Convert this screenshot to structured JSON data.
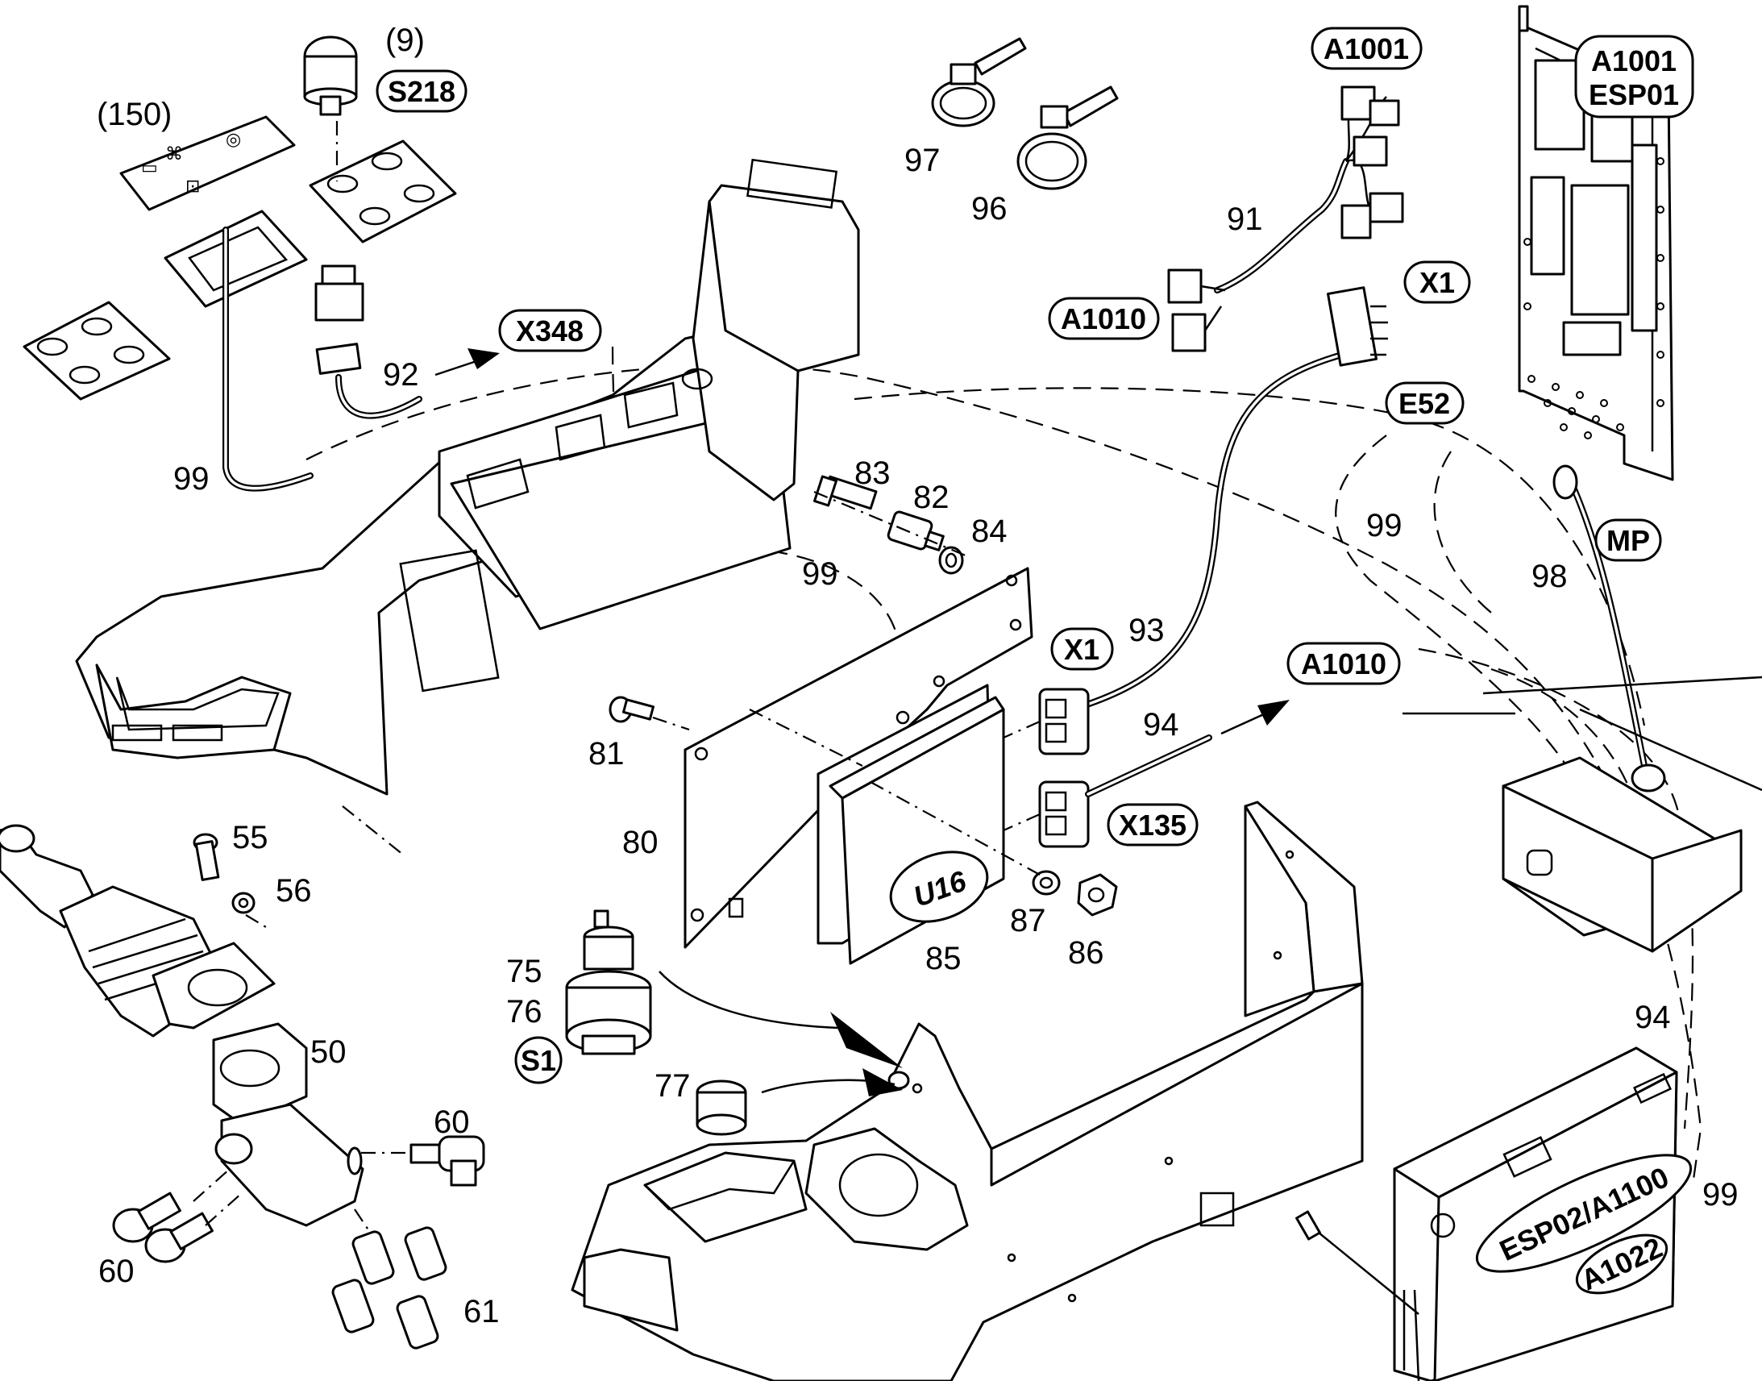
{
  "labels": {
    "n9": "(9)",
    "n150": "(150)",
    "n92": "92",
    "n99a": "99",
    "n97": "97",
    "n96": "96",
    "n91": "91",
    "n83": "83",
    "n82": "82",
    "n84": "84",
    "n99b": "99",
    "n99c": "99",
    "n98": "98",
    "n93": "93",
    "n94a": "94",
    "n81": "81",
    "n80": "80",
    "n85": "85",
    "n87": "87",
    "n86": "86",
    "n75": "75",
    "n76": "76",
    "n77": "77",
    "n55": "55",
    "n56": "56",
    "n50": "50",
    "n60a": "60",
    "n60b": "60",
    "n61": "61",
    "n94b": "94",
    "n99d": "99"
  },
  "tags": {
    "S218": "S218",
    "X348": "X348",
    "A1001_top": "A1001",
    "A1001_box": "A1001",
    "ESP01": "ESP01",
    "A1010_left": "A1010",
    "X1_upper": "X1",
    "E52": "E52",
    "MP": "MP",
    "X1_lower": "X1",
    "A1010_right": "A1010",
    "X135": "X135",
    "U16": "U16",
    "S1": "S1",
    "ESP02_A1100": "ESP02/A1100",
    "A1022": "A1022"
  },
  "decal_icons": [
    "lock-symbol",
    "key-symbol",
    "rotate-symbol",
    "box-symbol"
  ]
}
